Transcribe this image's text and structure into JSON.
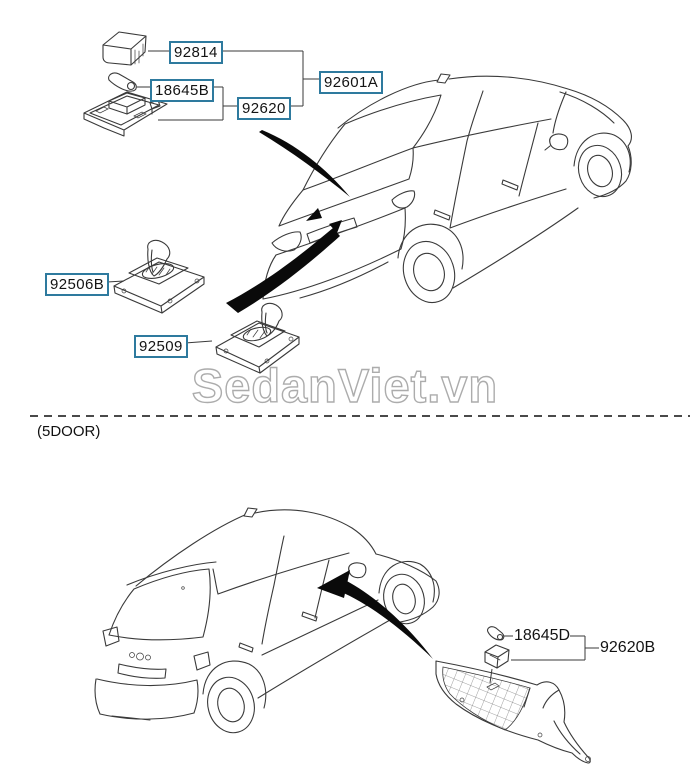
{
  "diagram": {
    "type": "parts-diagram",
    "sections": {
      "top": {
        "callouts": {
          "lens": "92814",
          "bulb": "18645B",
          "lamp_unit": "92620",
          "lamp_assembly": "92601A",
          "license_lamp_a": "92506B",
          "license_lamp_b": "92509"
        }
      },
      "bottom": {
        "variant_label": "(5DOOR)",
        "callouts": {
          "bulb": "18645D",
          "luggage_lamp": "92620B"
        }
      }
    },
    "watermark": "SedanViet.vn",
    "colors": {
      "callout_border": "#2e7a9e",
      "line": "#3a3a3a",
      "arrow": "#0a0a0a",
      "watermark_outline": "#acacac",
      "divider": "#4a4a4a",
      "background": "#ffffff"
    }
  }
}
